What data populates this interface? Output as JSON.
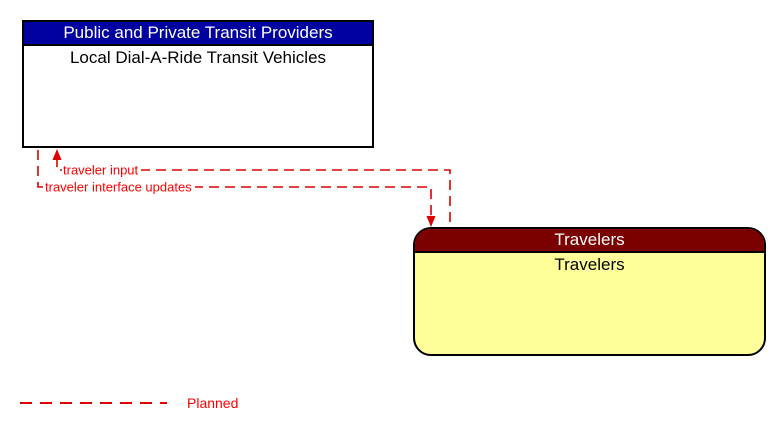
{
  "boxes": {
    "transit": {
      "header": "Public and Private Transit Providers",
      "body": "Local Dial-A-Ride Transit Vehicles"
    },
    "travelers": {
      "header": "Travelers",
      "body": "Travelers"
    }
  },
  "flows": [
    {
      "label": "traveler input",
      "from": "Travelers",
      "to": "Local Dial-A-Ride Transit Vehicles",
      "status": "planned"
    },
    {
      "label": "traveler interface updates",
      "from": "Local Dial-A-Ride Transit Vehicles",
      "to": "Travelers",
      "status": "planned"
    }
  ],
  "legend": {
    "label": "Planned"
  },
  "colors": {
    "line_red": "#dd0000",
    "text_red": "#ff0000",
    "transit_header_bg": "#0000a0",
    "transit_header_text": "#ffffff",
    "travelers_header_bg": "#7b0000",
    "travelers_header_text": "#ffffff",
    "travelers_body_bg": "#ffff99",
    "border_black": "#000000",
    "canvas_bg": "#ffffff"
  }
}
